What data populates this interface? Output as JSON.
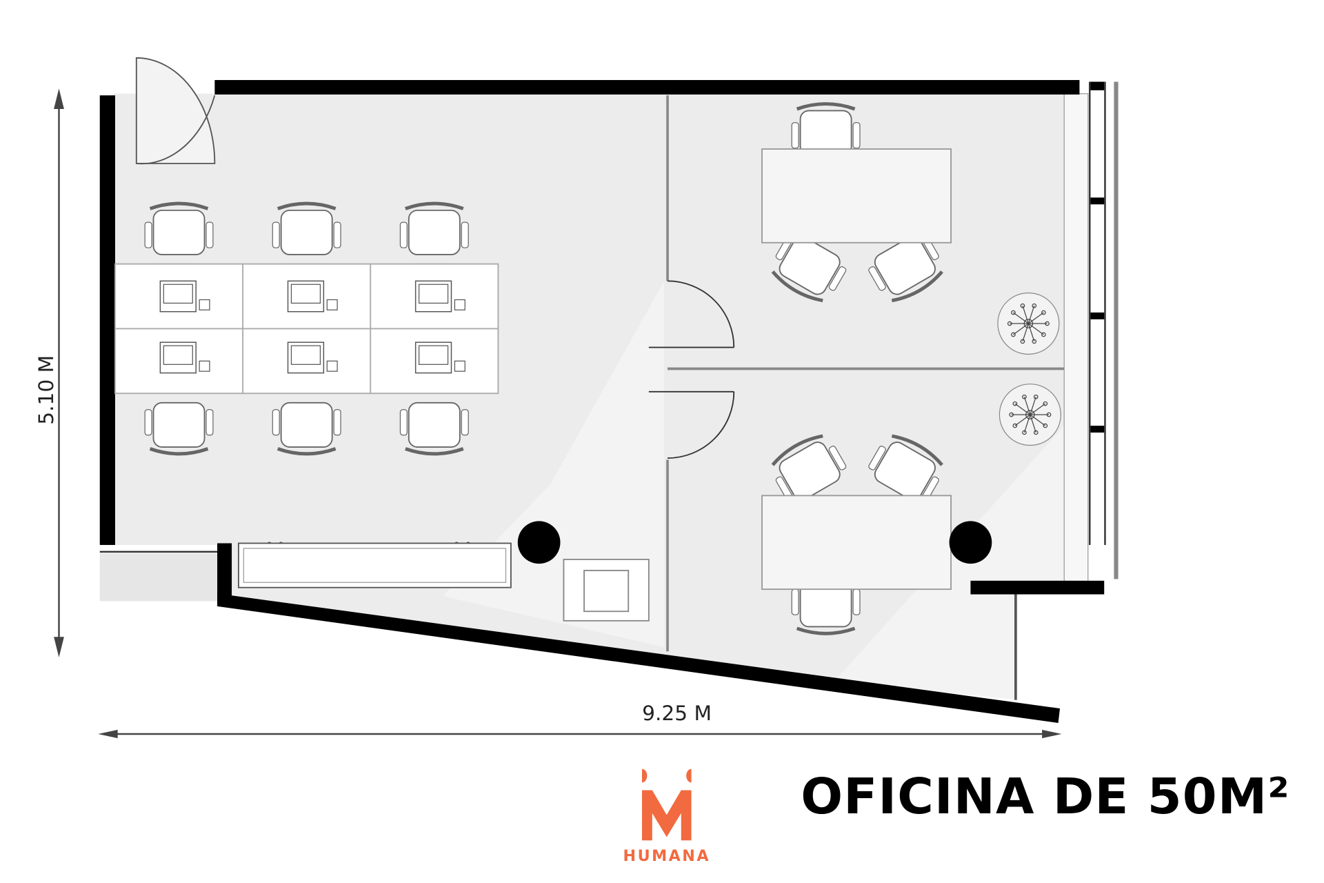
{
  "title": "OFICINA DE 50M²",
  "dimensions": {
    "height_label": "5.10 M",
    "width_label": "9.25 M"
  },
  "logo": {
    "text": "HUMANA",
    "color": "#f26a3f"
  },
  "colors": {
    "wall": "#000000",
    "floor": "#ececec",
    "furniture": "#ffffff"
  }
}
